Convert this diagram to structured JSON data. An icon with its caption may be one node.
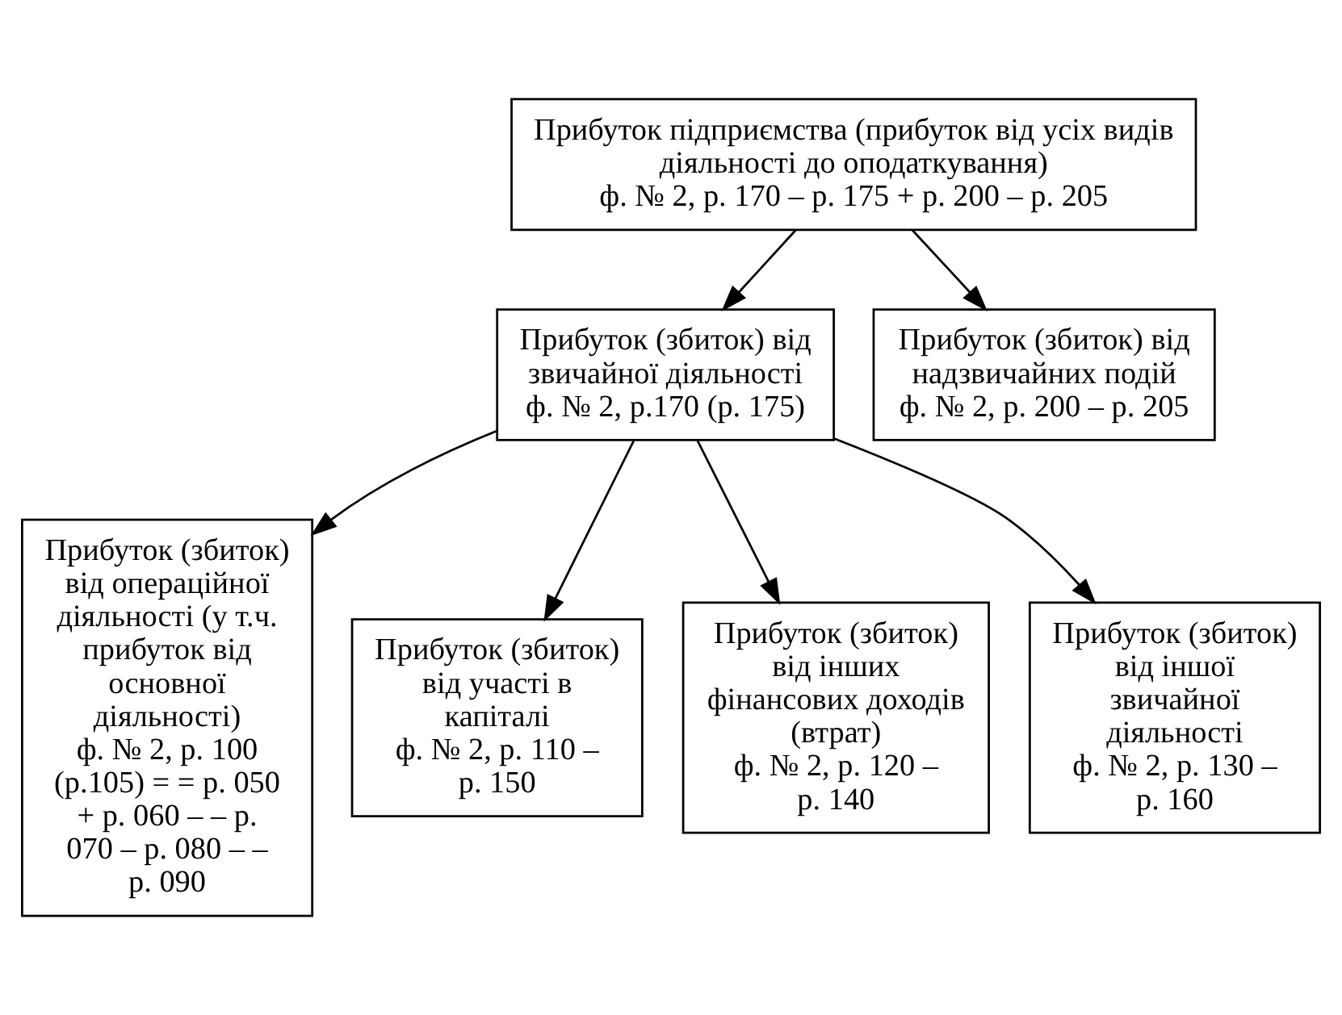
{
  "diagram": {
    "nodes": [
      {
        "text": [
          "Прибуток підприємства (прибуток від усіх видів діяльності до оподаткування)",
          "ф. № 2, р. 170 – р. 175 + р. 200 – р. 205"
        ]
      },
      {
        "text": [
          "Прибуток (збиток) від звичайної діяльності",
          "ф. № 2, р.170 (р. 175)"
        ]
      },
      {
        "text": [
          "Прибуток (збиток) від надзвичайних подій",
          "ф. № 2, р. 200 – р. 205"
        ]
      },
      {
        "text": [
          "Прибуток (збиток) від операційної діяльності (у т.ч. прибуток від основної діяльності)",
          "ф. № 2, р. 100 (р.105) = = р. 050 + р. 060 – – р. 070 – р. 080 – – р. 090"
        ]
      },
      {
        "text": [
          "Прибуток (збиток) від участі в капіталі",
          "ф. № 2, р. 110 – р. 150"
        ]
      },
      {
        "text": [
          "Прибуток (збиток) від інших фінансових доходів (втрат)",
          "ф. № 2, р. 120 – р. 140"
        ]
      },
      {
        "text": [
          "Прибуток (збиток) від іншої звичайної діяльності",
          "ф. № 2, р. 130 – р. 160"
        ]
      }
    ],
    "edges": [
      {
        "from": 0,
        "to": 1,
        "arrow": "to"
      },
      {
        "from": 0,
        "to": 2,
        "arrow": "to"
      },
      {
        "from": 1,
        "to": 3,
        "arrow": "to"
      },
      {
        "from": 1,
        "to": 4,
        "arrow": "to"
      },
      {
        "from": 1,
        "to": 5,
        "arrow": "to"
      },
      {
        "from": 1,
        "to": 6,
        "arrow": "to"
      }
    ]
  }
}
